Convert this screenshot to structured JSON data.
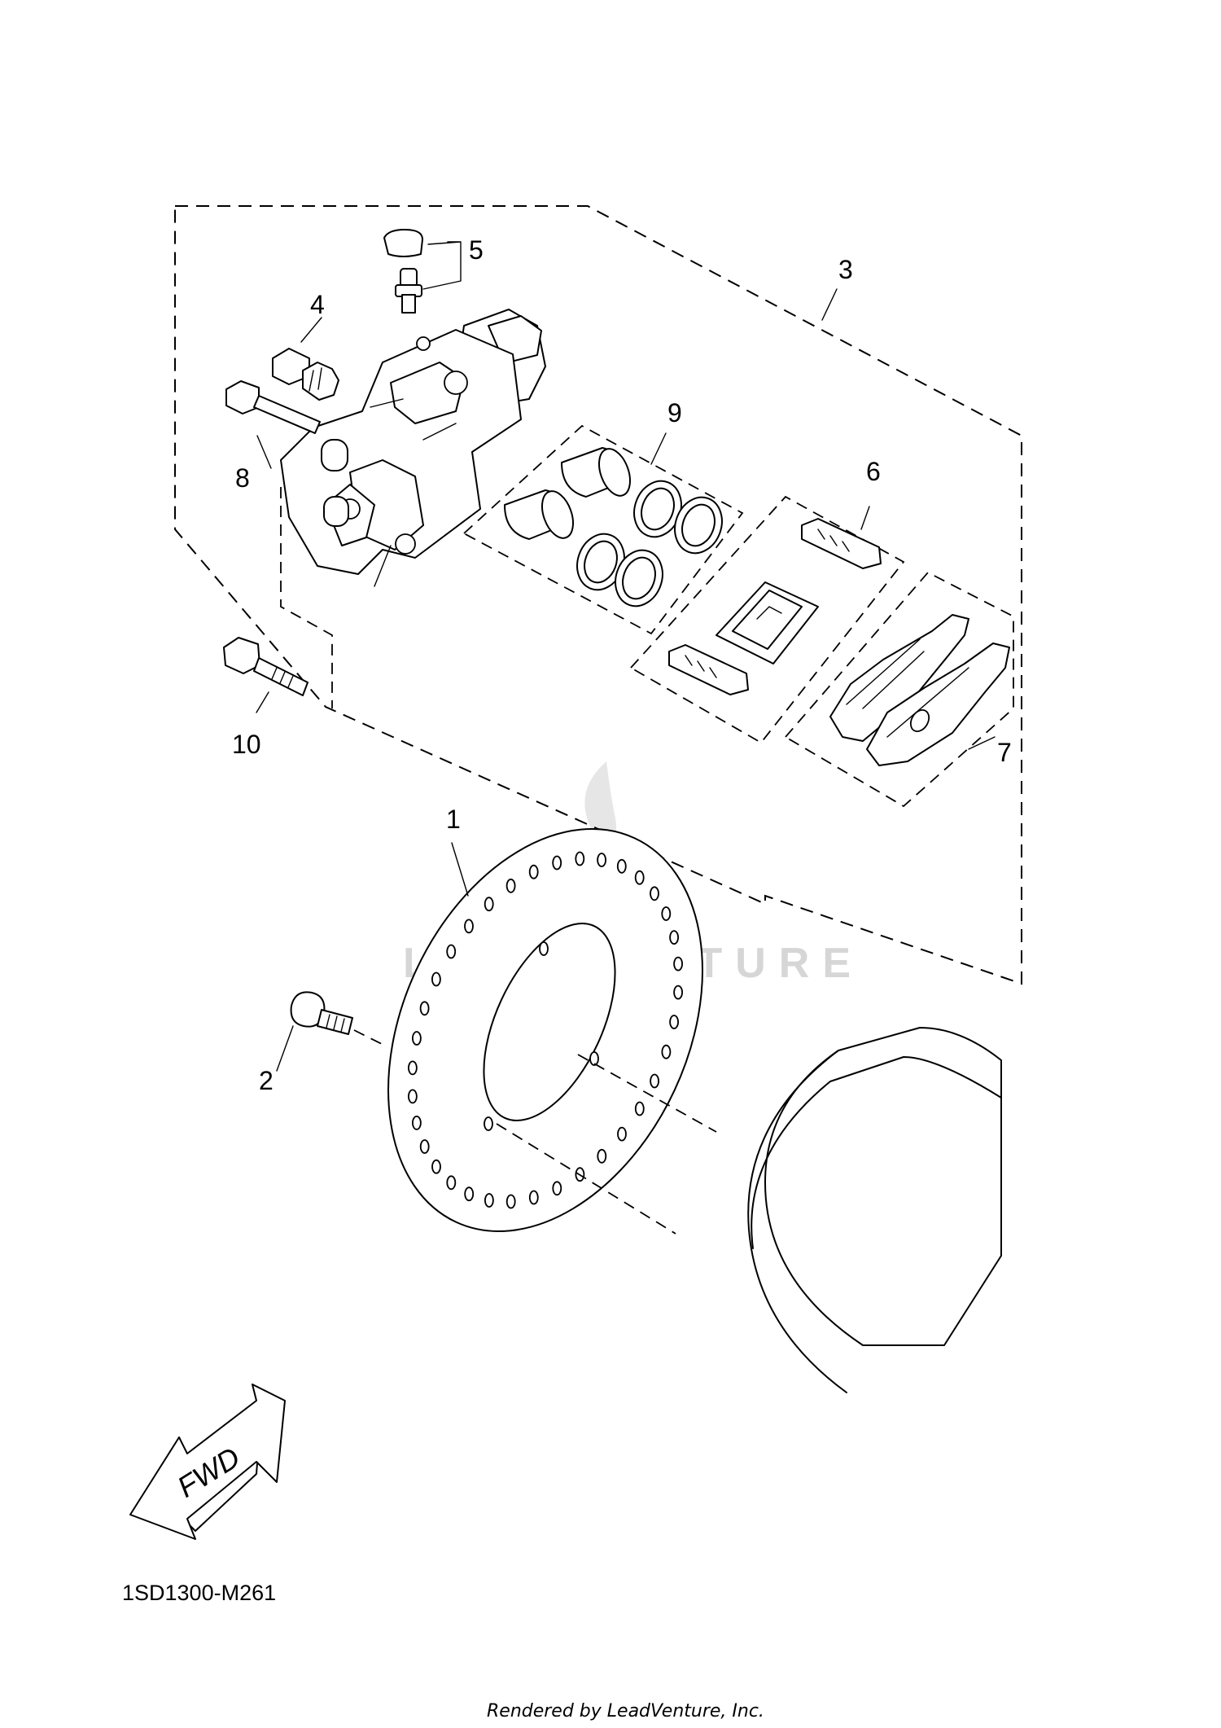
{
  "diagram": {
    "callouts": [
      "1",
      "2",
      "3",
      "4",
      "5",
      "6",
      "7",
      "8",
      "9",
      "10"
    ],
    "direction_label": "FWD",
    "diagram_code": "1SD1300-M261",
    "watermark": "LEADVENTURE",
    "footer": "Rendered by LeadVenture, Inc."
  }
}
